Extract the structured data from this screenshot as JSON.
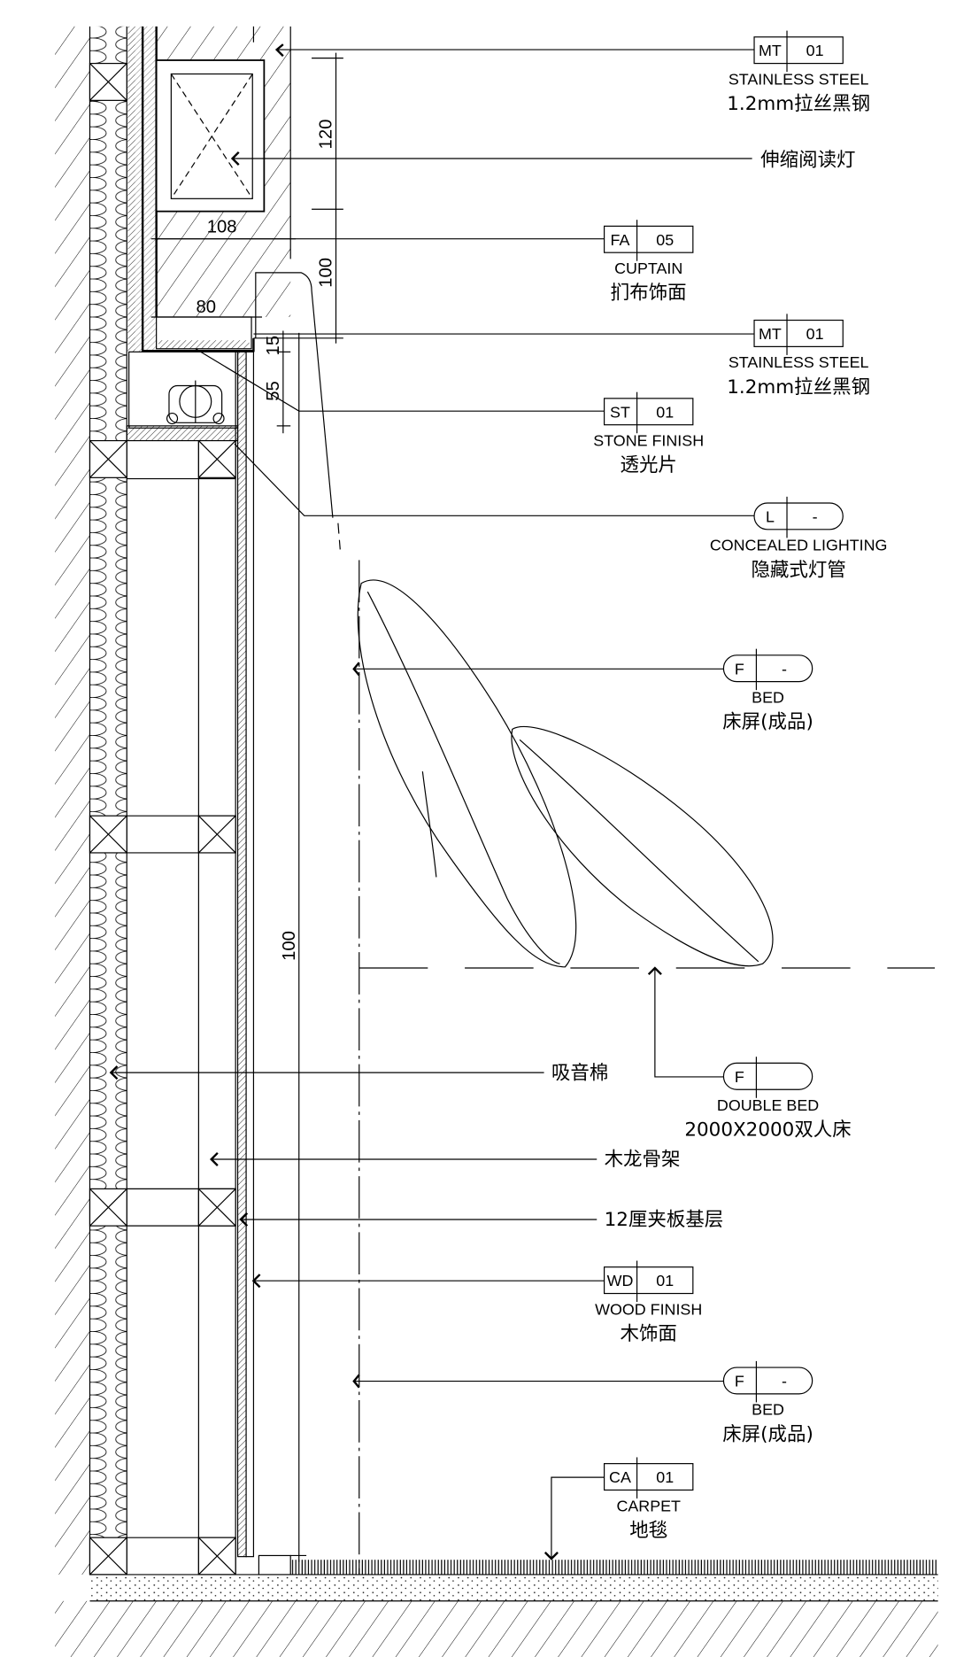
{
  "tags": [
    {
      "code": "MT",
      "num": "01",
      "en": "STAINLESS STEEL",
      "cn": "1.2mm拉丝黑钢"
    },
    {
      "code": "FA",
      "num": "05",
      "en": "CUPTAIN",
      "cn": "扪布饰面"
    },
    {
      "code": "MT",
      "num": "01",
      "en": "STAINLESS STEEL",
      "cn": "1.2mm拉丝黑钢"
    },
    {
      "code": "ST",
      "num": "01",
      "en": "STONE FINISH",
      "cn": "透光片"
    },
    {
      "code": "L",
      "num": "-",
      "en": "CONCEALED LIGHTING",
      "cn": "隐藏式灯管"
    },
    {
      "code": "F",
      "num": "-",
      "en": "BED",
      "cn": "床屏(成品)"
    },
    {
      "code": "F",
      "num": "",
      "en": "DOUBLE BED",
      "cn": "2000X2000双人床"
    },
    {
      "code": "WD",
      "num": "01",
      "en": "WOOD FINISH",
      "cn": "木饰面"
    },
    {
      "code": "F",
      "num": "-",
      "en": "BED",
      "cn": "床屏(成品)"
    },
    {
      "code": "CA",
      "num": "01",
      "en": "CARPET",
      "cn": "地毯"
    }
  ],
  "notes": {
    "reading_light": "伸缩阅读灯",
    "acoustic_cotton": "吸音棉",
    "wood_keel": "木龙骨架",
    "plywood_base": "12厘夹板基层"
  },
  "dimensions": {
    "d120": "120",
    "d100_top": "100",
    "d108": "108",
    "d80": "80",
    "d15": "15",
    "d55": "55",
    "d100_main": "100"
  }
}
